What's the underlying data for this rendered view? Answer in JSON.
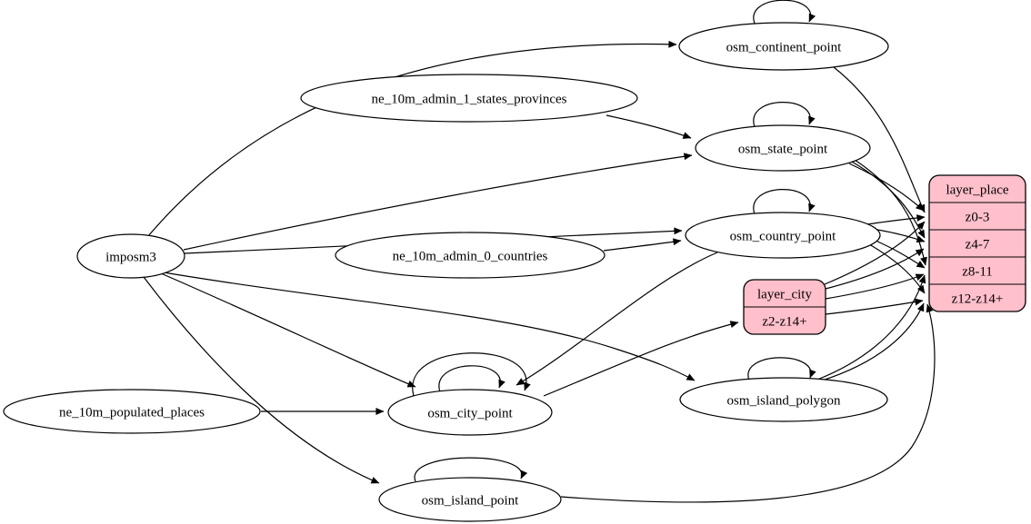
{
  "diagram": {
    "type": "etl-dependency-graph",
    "background_color": "#ffffff",
    "edge_color": "#000000",
    "table_node_fill": "#ffffff",
    "layer_node_fill": "#ffc0cb",
    "nodes": [
      {
        "id": "imposm3",
        "label": "imposm3",
        "kind": "ellipse"
      },
      {
        "id": "ne_10m_admin_1_states_provinces",
        "label": "ne_10m_admin_1_states_provinces",
        "kind": "ellipse"
      },
      {
        "id": "ne_10m_admin_0_countries",
        "label": "ne_10m_admin_0_countries",
        "kind": "ellipse"
      },
      {
        "id": "ne_10m_populated_places",
        "label": "ne_10m_populated_places",
        "kind": "ellipse"
      },
      {
        "id": "osm_continent_point",
        "label": "osm_continent_point",
        "kind": "ellipse"
      },
      {
        "id": "osm_state_point",
        "label": "osm_state_point",
        "kind": "ellipse"
      },
      {
        "id": "osm_country_point",
        "label": "osm_country_point",
        "kind": "ellipse"
      },
      {
        "id": "osm_city_point",
        "label": "osm_city_point",
        "kind": "ellipse"
      },
      {
        "id": "osm_island_polygon",
        "label": "osm_island_polygon",
        "kind": "ellipse"
      },
      {
        "id": "osm_island_point",
        "label": "osm_island_point",
        "kind": "ellipse"
      },
      {
        "id": "layer_city",
        "label": "layer_city",
        "kind": "record",
        "rows": [
          "z2-z14+"
        ]
      },
      {
        "id": "layer_place",
        "label": "layer_place",
        "kind": "record",
        "rows": [
          "z0-3",
          "z4-7",
          "z8-11",
          "z12-z14+"
        ]
      }
    ],
    "edges": [
      {
        "from": "imposm3",
        "to": "osm_continent_point"
      },
      {
        "from": "imposm3",
        "to": "osm_state_point"
      },
      {
        "from": "imposm3",
        "to": "osm_country_point"
      },
      {
        "from": "imposm3",
        "to": "osm_city_point"
      },
      {
        "from": "imposm3",
        "to": "osm_island_polygon"
      },
      {
        "from": "imposm3",
        "to": "osm_island_point"
      },
      {
        "from": "ne_10m_admin_1_states_provinces",
        "to": "osm_state_point"
      },
      {
        "from": "ne_10m_admin_0_countries",
        "to": "osm_country_point"
      },
      {
        "from": "ne_10m_populated_places",
        "to": "osm_city_point"
      },
      {
        "from": "osm_continent_point",
        "to": "osm_continent_point"
      },
      {
        "from": "osm_state_point",
        "to": "osm_state_point"
      },
      {
        "from": "osm_country_point",
        "to": "osm_country_point"
      },
      {
        "from": "osm_city_point",
        "to": "osm_city_point"
      },
      {
        "from": "osm_city_point",
        "to": "osm_city_point"
      },
      {
        "from": "osm_island_polygon",
        "to": "osm_island_polygon"
      },
      {
        "from": "osm_island_point",
        "to": "osm_island_point"
      },
      {
        "from": "osm_country_point",
        "to": "osm_city_point"
      },
      {
        "from": "osm_city_point",
        "to": "layer_city",
        "row": "z2-z14+"
      },
      {
        "from": "osm_continent_point",
        "to": "layer_place",
        "row": "z0-3"
      },
      {
        "from": "osm_state_point",
        "to": "layer_place",
        "row": "z0-3"
      },
      {
        "from": "osm_state_point",
        "to": "layer_place",
        "row": "z4-7"
      },
      {
        "from": "osm_state_point",
        "to": "layer_place",
        "row": "z8-11"
      },
      {
        "from": "osm_country_point",
        "to": "layer_place",
        "row": "z0-3"
      },
      {
        "from": "osm_country_point",
        "to": "layer_place",
        "row": "z4-7"
      },
      {
        "from": "osm_country_point",
        "to": "layer_place",
        "row": "z8-11"
      },
      {
        "from": "osm_country_point",
        "to": "layer_place",
        "row": "z12-z14+"
      },
      {
        "from": "layer_city",
        "to": "layer_place",
        "row": "z0-3"
      },
      {
        "from": "layer_city",
        "to": "layer_place",
        "row": "z4-7"
      },
      {
        "from": "layer_city",
        "to": "layer_place",
        "row": "z8-11"
      },
      {
        "from": "layer_city",
        "to": "layer_place",
        "row": "z12-z14+"
      },
      {
        "from": "osm_island_polygon",
        "to": "layer_place",
        "row": "z8-11"
      },
      {
        "from": "osm_island_polygon",
        "to": "layer_place",
        "row": "z12-z14+"
      },
      {
        "from": "osm_island_point",
        "to": "layer_place",
        "row": "z12-z14+"
      }
    ]
  }
}
